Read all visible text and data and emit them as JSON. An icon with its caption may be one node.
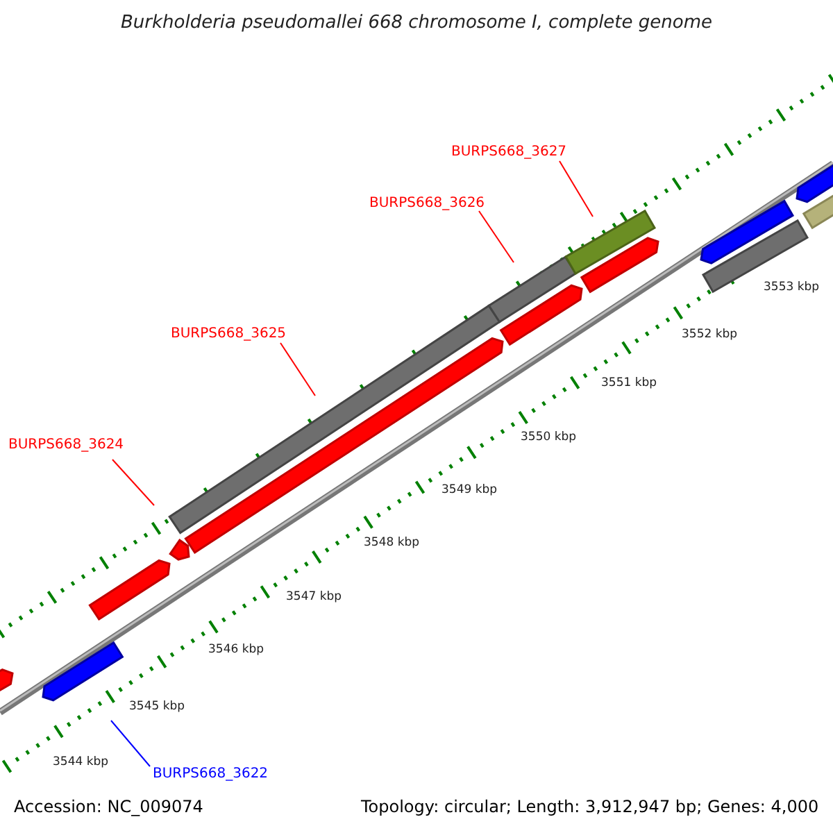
{
  "diagram": {
    "title": "Burkholderia pseudomallei 668 chromosome I, complete genome",
    "nodes": [
      {
        "text": [
          "BURPS668_3627"
        ]
      },
      {
        "text": [
          "BURPS668_3626"
        ]
      },
      {
        "text": [
          "BURPS668_3625"
        ]
      },
      {
        "text": [
          "BURPS668_3624"
        ]
      },
      {
        "text": [
          "BURPS668_3622"
        ]
      },
      {
        "text": [],
        "shape": "bar"
      },
      {
        "text": [],
        "shape": "bar"
      },
      {
        "text": [],
        "shape": "bar"
      },
      {
        "text": [],
        "shape": "bar"
      },
      {
        "text": [],
        "shape": "bar"
      },
      {
        "text": [],
        "shape": "bar"
      },
      {
        "text": [],
        "shape": "bar"
      },
      {
        "text": [],
        "shape": "bar"
      },
      {
        "text": [],
        "shape": "bar"
      },
      {
        "text": [],
        "shape": "bar"
      },
      {
        "text": [],
        "shape": "bar"
      },
      {
        "text": [],
        "shape": "bar"
      },
      {
        "text": [],
        "shape": "bar"
      },
      {
        "text": [],
        "shape": "bar"
      }
    ],
    "edges": [
      {
        "from": 0,
        "to": 13,
        "arrow": "none"
      },
      {
        "from": 1,
        "to": 11,
        "arrow": "none"
      },
      {
        "from": 2,
        "to": 9,
        "arrow": "none"
      },
      {
        "from": 3,
        "to": 9,
        "arrow": "none"
      },
      {
        "from": 4,
        "to": 6,
        "arrow": "none",
        "color": "#0000ff"
      }
    ],
    "labels": [
      "3553 kbp",
      "3552 kbp",
      "3551 kbp",
      "3550 kbp",
      "3549 kbp",
      "3548 kbp",
      "3547 kbp",
      "3546 kbp",
      "3545 kbp",
      "3544 kbp",
      "Accession: NC_009074",
      "Topology: circular; Length: 3,912,947 bp; Genes: 4,000"
    ]
  }
}
